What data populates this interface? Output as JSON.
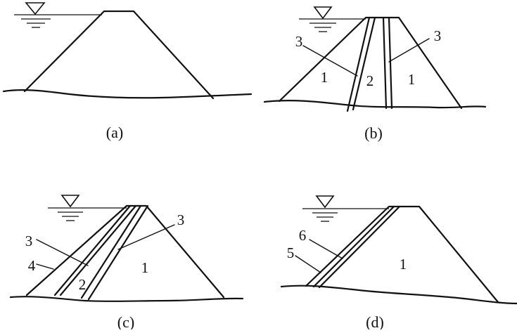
{
  "figure": {
    "panels": [
      {
        "id": "a",
        "caption": "(a)",
        "labels": []
      },
      {
        "id": "b",
        "caption": "(b)",
        "labels": [
          "3",
          "1",
          "2",
          "1",
          "3"
        ]
      },
      {
        "id": "c",
        "caption": "(c)",
        "labels": [
          "3",
          "4",
          "2",
          "3",
          "1"
        ]
      },
      {
        "id": "d",
        "caption": "(d)",
        "labels": [
          "6",
          "5",
          "1"
        ]
      }
    ]
  }
}
